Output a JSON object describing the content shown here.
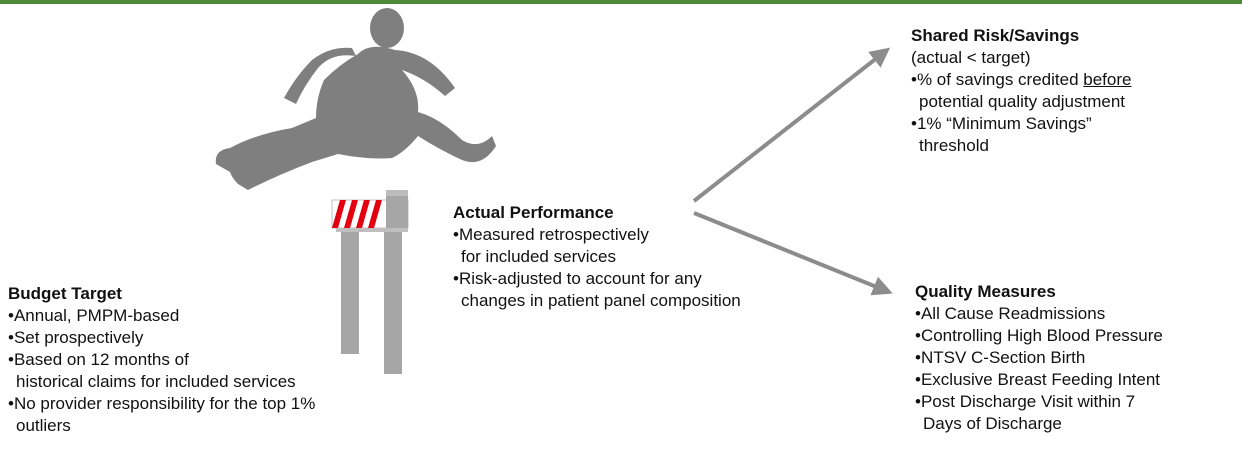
{
  "colors": {
    "accent_bar": "#4f8a3a",
    "silhouette": "#7f7f7f",
    "hurdle_post": "#a6a6a6",
    "hurdle_stripe": "#e3000f",
    "arrow": "#8c8c8c"
  },
  "budget": {
    "title": "Budget Target",
    "l1": "Annual, PMPM-based",
    "l2": "Set prospectively",
    "l3a": "Based on 12 months of",
    "l3b": "historical claims for included services",
    "l4a": "No provider responsibility for the top 1%",
    "l4b": "outliers"
  },
  "actual": {
    "title": "Actual Performance",
    "l1a": "Measured retrospectively",
    "l1b": "for included services",
    "l2a": "Risk-adjusted to account for any",
    "l2b": "changes in patient panel composition"
  },
  "shared": {
    "title": "Shared Risk/Savings",
    "sub": "(actual < target)",
    "l1a_pre": "% of savings credited ",
    "l1a_u": "before",
    "l1b": "potential quality adjustment",
    "l2a": "1% “Minimum Savings”",
    "l2b": "threshold"
  },
  "quality": {
    "title": "Quality Measures",
    "l1": "All Cause Readmissions",
    "l2": "Controlling High Blood Pressure",
    "l3": "NTSV C-Section Birth",
    "l4": "Exclusive Breast Feeding Intent",
    "l5a": "Post Discharge Visit within 7",
    "l5b": "Days of Discharge"
  }
}
